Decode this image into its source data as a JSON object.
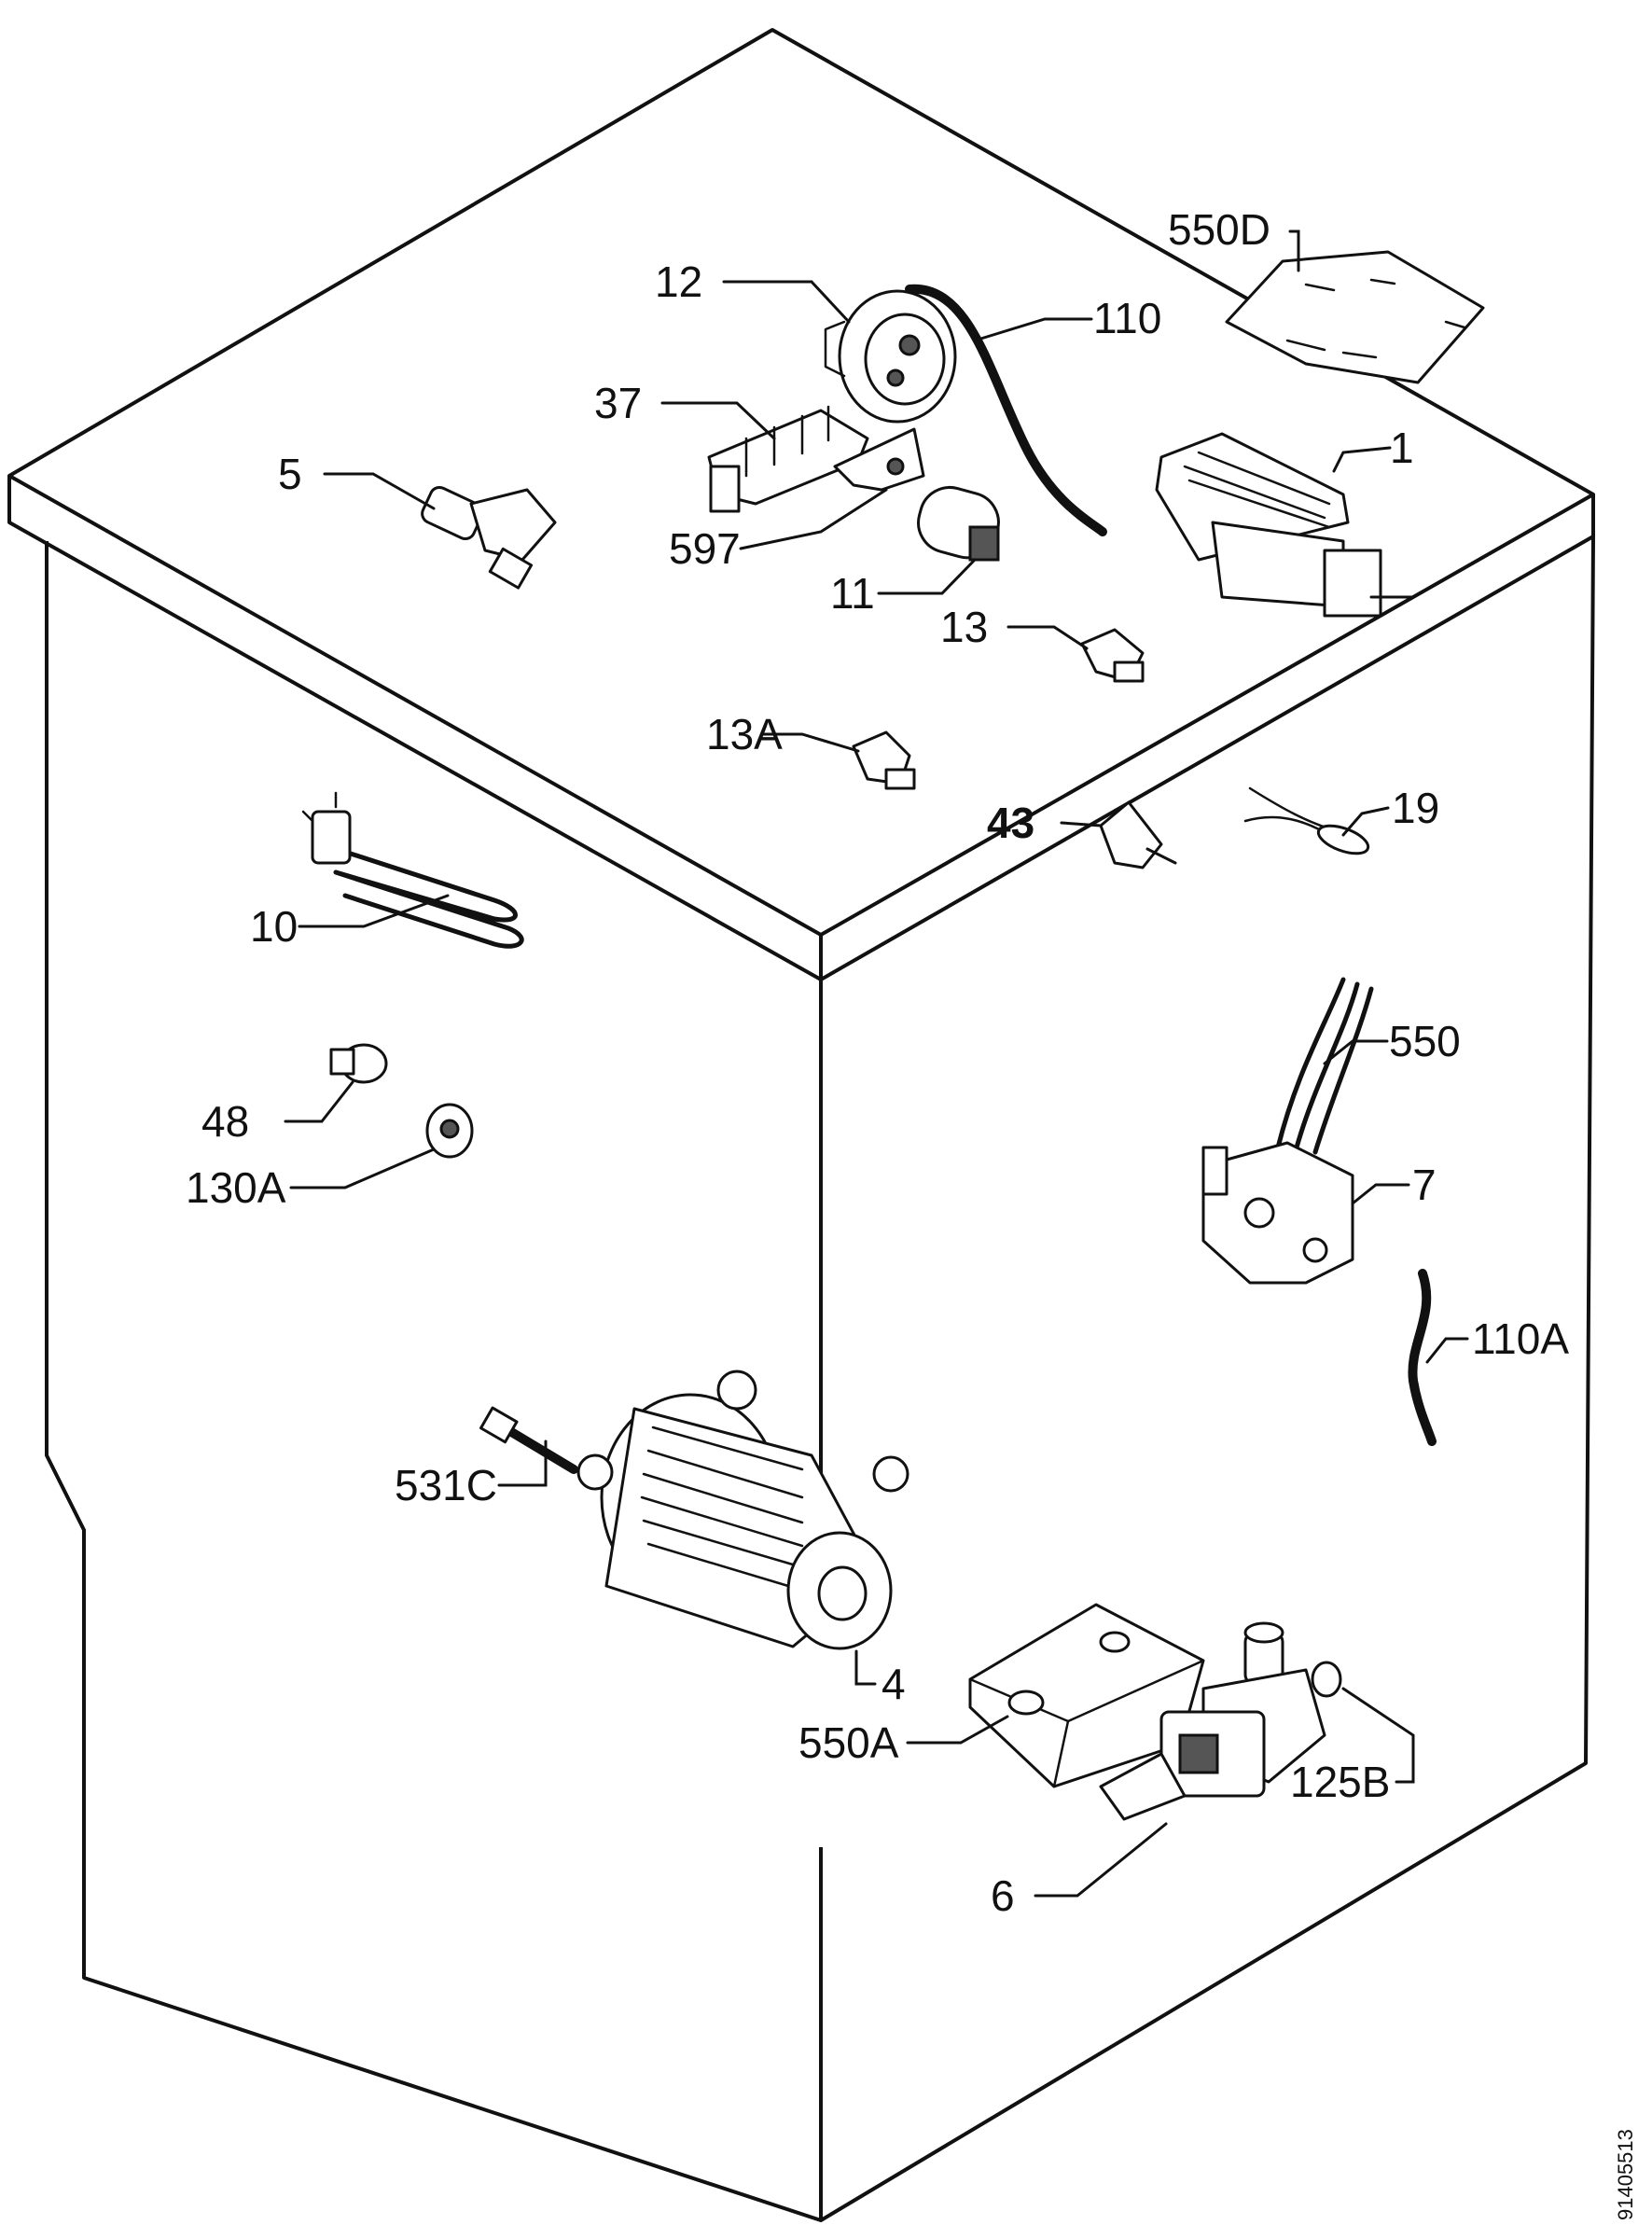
{
  "labels": {
    "p550d": "550D",
    "p12": "12",
    "p110": "110",
    "p37": "37",
    "p5": "5",
    "p1": "1",
    "p597": "597",
    "p11": "11",
    "p13": "13",
    "p13a": "13A",
    "p43": "43",
    "p19": "19",
    "p10": "10",
    "p550": "550",
    "p48": "48",
    "p130a": "130A",
    "p7": "7",
    "p110a": "110A",
    "p531c": "531C",
    "p4": "4",
    "p550a": "550A",
    "p125b": "125B",
    "p6": "6"
  },
  "reference": "91405513",
  "colors": {
    "line": "#111111",
    "background": "#ffffff"
  }
}
